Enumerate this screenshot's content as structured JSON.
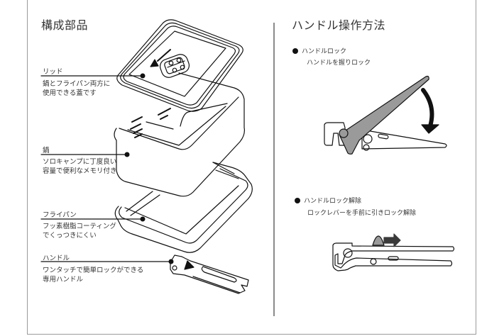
{
  "left_panel": {
    "title": "構成部品",
    "parts": [
      {
        "name": "リッド",
        "description": "鍋とフライパン両方に\n使用できる蓋です"
      },
      {
        "name": "鍋",
        "description": "ソロキャンプに丁度良い\n容量で便利なメモリ付き"
      },
      {
        "name": "フライパン",
        "description": "フッ素樹脂コーティング\nでくっつきにくい"
      },
      {
        "name": "ハンドル",
        "description": "ワンタッチで簡単ロックができる\n専用ハンドル"
      }
    ]
  },
  "right_panel": {
    "title": "ハンドル操作方法",
    "steps": [
      {
        "heading": "ハンドルロック",
        "description": "ハンドルを握りロック"
      },
      {
        "heading": "ハンドルロック解除",
        "description": "ロックレバーを手前に引きロック解除"
      }
    ]
  },
  "colors": {
    "line": "#111111",
    "frame": "#9a9a9a",
    "lever_fill": "#9a9a9a",
    "arrow_fill": "#3a3a3a"
  }
}
